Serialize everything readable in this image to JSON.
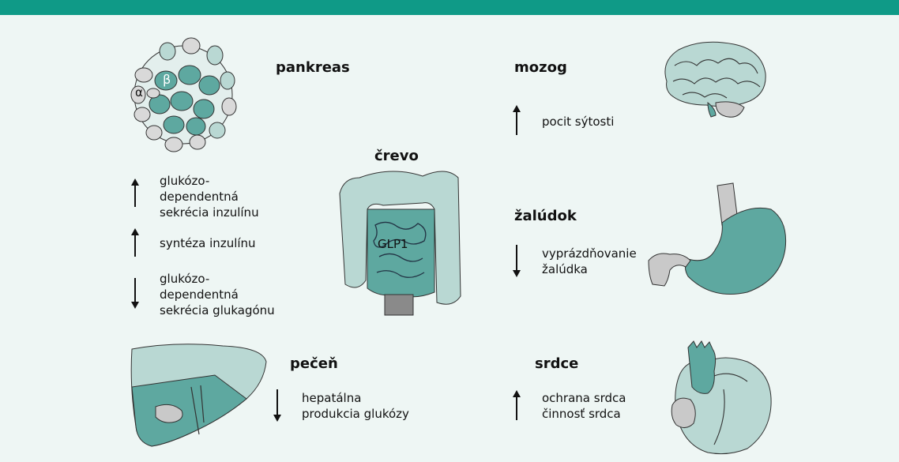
{
  "organs": {
    "pancreas": {
      "title": "pankreas",
      "alpha": "α",
      "beta": "β",
      "effects": [
        {
          "direction": "up",
          "text": "glukózo-\ndependentná\nsekrécia inzulínu"
        },
        {
          "direction": "up",
          "text": "syntéza inzulínu"
        },
        {
          "direction": "down",
          "text": "glukózo-\ndependentná\nsekrécia glukagónu"
        }
      ]
    },
    "intestine": {
      "title": "črevo",
      "hormone": "GLP1"
    },
    "liver": {
      "title": "pečeň",
      "effects": [
        {
          "direction": "down",
          "text": "hepatálna\nprodukcia glukózy"
        }
      ]
    },
    "brain": {
      "title": "mozog",
      "effects": [
        {
          "direction": "up",
          "text": "pocit sýtosti"
        }
      ]
    },
    "stomach": {
      "title": "žalúdok",
      "effects": [
        {
          "direction": "down",
          "text": "vyprázdňovanie\nžalúdka"
        }
      ]
    },
    "heart": {
      "title": "srdce",
      "effects": [
        {
          "direction": "up",
          "text": "ochrana srdca\nčinnosť srdca"
        }
      ]
    }
  },
  "colors": {
    "header": "#0f9a87",
    "background": "#eef6f4",
    "dark_teal": "#5ea8a0",
    "light_teal": "#b9d8d3",
    "gray": "#c9c9c9"
  }
}
